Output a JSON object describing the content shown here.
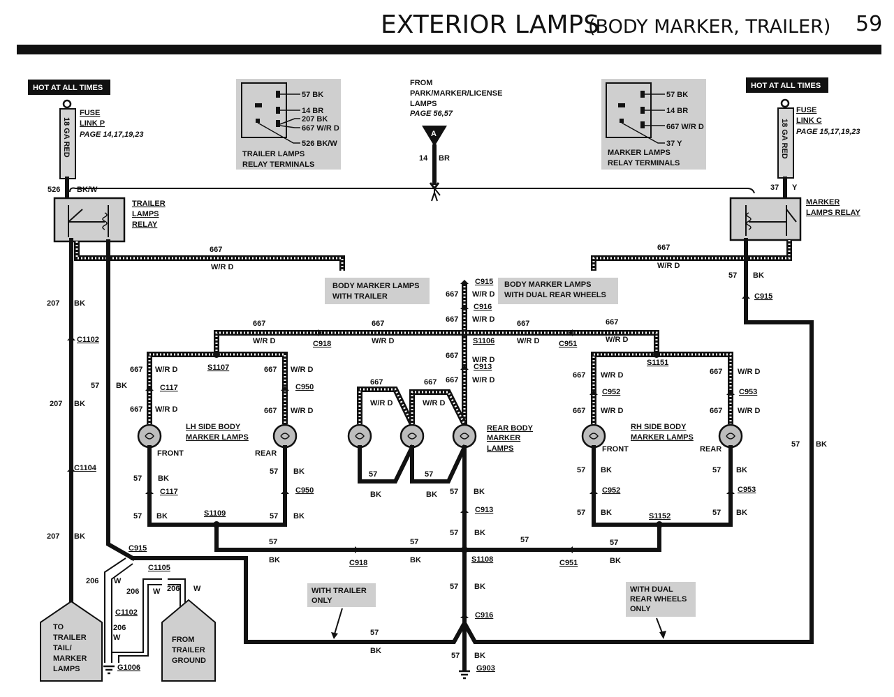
{
  "title": {
    "main": "EXTERIOR LAMPS",
    "sub": "(BODY MARKER, TRAILER)",
    "page": "59"
  },
  "hot_left": "HOT AT ALL TIMES",
  "hot_right": "HOT AT ALL TIMES",
  "fuse_left": {
    "l1": "FUSE",
    "l2": "LINK P",
    "page": "PAGE 14,17,19,23",
    "wire": "18 GA RED"
  },
  "fuse_right": {
    "l1": "FUSE",
    "l2": "LINK C",
    "page": "PAGE 15,17,19,23",
    "wire": "18 GA RED"
  },
  "trailer_relay": {
    "l1": "TRAILER",
    "l2": "LAMPS",
    "l3": "RELAY",
    "w1": "526",
    "w1c": "BK/W"
  },
  "marker_relay": {
    "l1": "MARKER",
    "l2": "LAMPS RELAY",
    "w1": "37",
    "w1c": "Y"
  },
  "inset_trailer": {
    "t1": "57 BK",
    "t2": "14 BR",
    "t3": "207 BK",
    "t4": "667 W/R D",
    "t5": "526 BK/W",
    "cap1": "TRAILER LAMPS",
    "cap2": "RELAY TERMINALS"
  },
  "inset_marker": {
    "t1": "57 BK",
    "t2": "14 BR",
    "t3": "667 W/R D",
    "t4": "37 Y",
    "cap1": "MARKER LAMPS",
    "cap2": "RELAY TERMINALS"
  },
  "from": {
    "l1": "FROM",
    "l2": "PARK/MARKER/LICENSE",
    "l3": "LAMPS",
    "page": "PAGE 56,57",
    "conn": "A",
    "wire": "14",
    "wirec": "BR"
  },
  "notes": {
    "body_trailer_1": "BODY MARKER LAMPS",
    "body_trailer_2": "WITH TRAILER",
    "body_dual_1": "BODY MARKER LAMPS",
    "body_dual_2": "WITH DUAL REAR WHEELS",
    "with_trailer_1": "WITH TRAILER",
    "with_trailer_2": "ONLY",
    "with_dual_1": "WITH DUAL",
    "with_dual_2": "REAR WHEELS",
    "with_dual_3": "ONLY"
  },
  "lamps": {
    "lh_1": "LH SIDE BODY",
    "lh_2": "MARKER LAMPS",
    "rh_1": "RH SIDE BODY",
    "rh_2": "MARKER LAMPS",
    "rear_1": "REAR BODY",
    "rear_2": "MARKER",
    "rear_3": "LAMPS",
    "front": "FRONT",
    "rear": "REAR"
  },
  "trailer_box": {
    "l1": "TO",
    "l2": "TRAILER",
    "l3": "TAIL/",
    "l4": "MARKER",
    "l5": "LAMPS"
  },
  "ground_box": {
    "l1": "FROM",
    "l2": "TRAILER",
    "l3": "GROUND"
  },
  "wire_labels": {
    "n667": "667",
    "c667": "W/R D",
    "n57": "57",
    "c57": "BK",
    "n207": "207",
    "c207": "BK",
    "n206": "206",
    "c206": "W"
  },
  "connectors": {
    "C915": "C915",
    "C916": "C916",
    "C913": "C913",
    "C918": "C918",
    "C951": "C951",
    "C117": "C117",
    "C950": "C950",
    "C952": "C952",
    "C953": "C953",
    "C1102": "C1102",
    "C1104": "C1104",
    "C1105": "C1105",
    "S1106": "S1106",
    "S1107": "S1107",
    "S1151": "S1151",
    "S1109": "S1109",
    "S1152": "S1152",
    "S1108": "S1108",
    "G1006": "G1006",
    "G903": "G903"
  }
}
